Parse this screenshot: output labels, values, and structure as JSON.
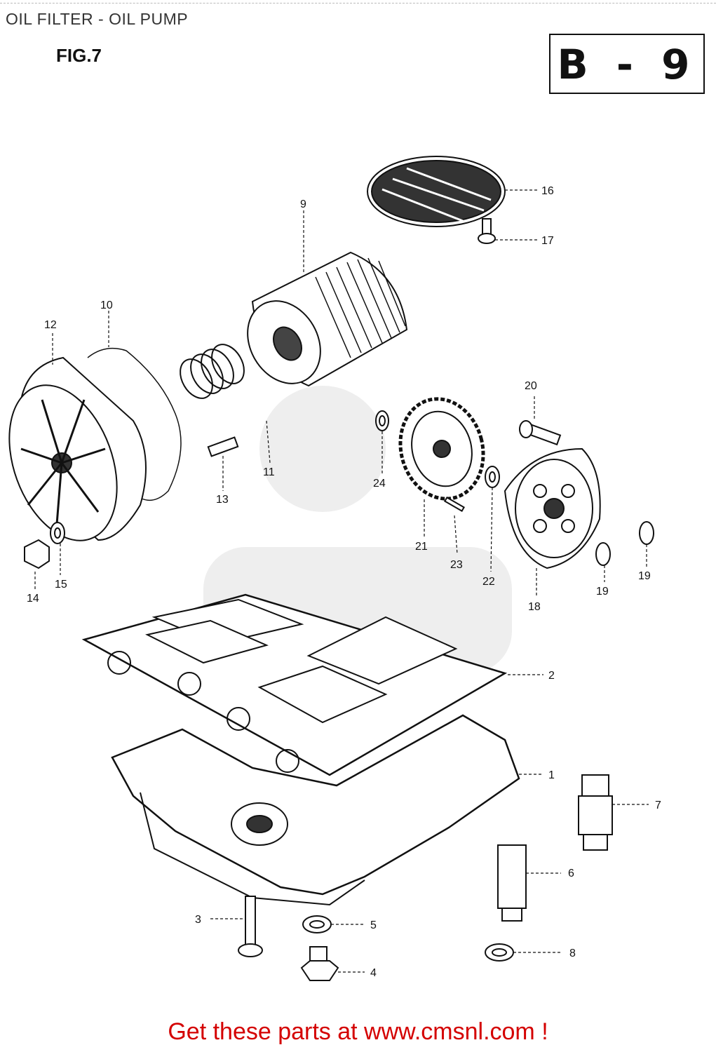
{
  "page": {
    "title": "OIL FILTER - OIL PUMP",
    "figure_label": "FIG.7",
    "section_code": "B - 9",
    "footer_link": "Get these parts at www.cmsnl.com !"
  },
  "diagram": {
    "callouts": [
      {
        "id": "1",
        "label": "1"
      },
      {
        "id": "2",
        "label": "2"
      },
      {
        "id": "3",
        "label": "3"
      },
      {
        "id": "4",
        "label": "4"
      },
      {
        "id": "5",
        "label": "5"
      },
      {
        "id": "6",
        "label": "6"
      },
      {
        "id": "7",
        "label": "7"
      },
      {
        "id": "8",
        "label": "8"
      },
      {
        "id": "9",
        "label": "9"
      },
      {
        "id": "10",
        "label": "10"
      },
      {
        "id": "11",
        "label": "11"
      },
      {
        "id": "12",
        "label": "12"
      },
      {
        "id": "13",
        "label": "13"
      },
      {
        "id": "14",
        "label": "14"
      },
      {
        "id": "15",
        "label": "15"
      },
      {
        "id": "16",
        "label": "16"
      },
      {
        "id": "17",
        "label": "17"
      },
      {
        "id": "18",
        "label": "18"
      },
      {
        "id": "19a",
        "label": "19"
      },
      {
        "id": "19b",
        "label": "19"
      },
      {
        "id": "20",
        "label": "20"
      },
      {
        "id": "21",
        "label": "21"
      },
      {
        "id": "22",
        "label": "22"
      },
      {
        "id": "23",
        "label": "23"
      },
      {
        "id": "24",
        "label": "24"
      }
    ]
  }
}
